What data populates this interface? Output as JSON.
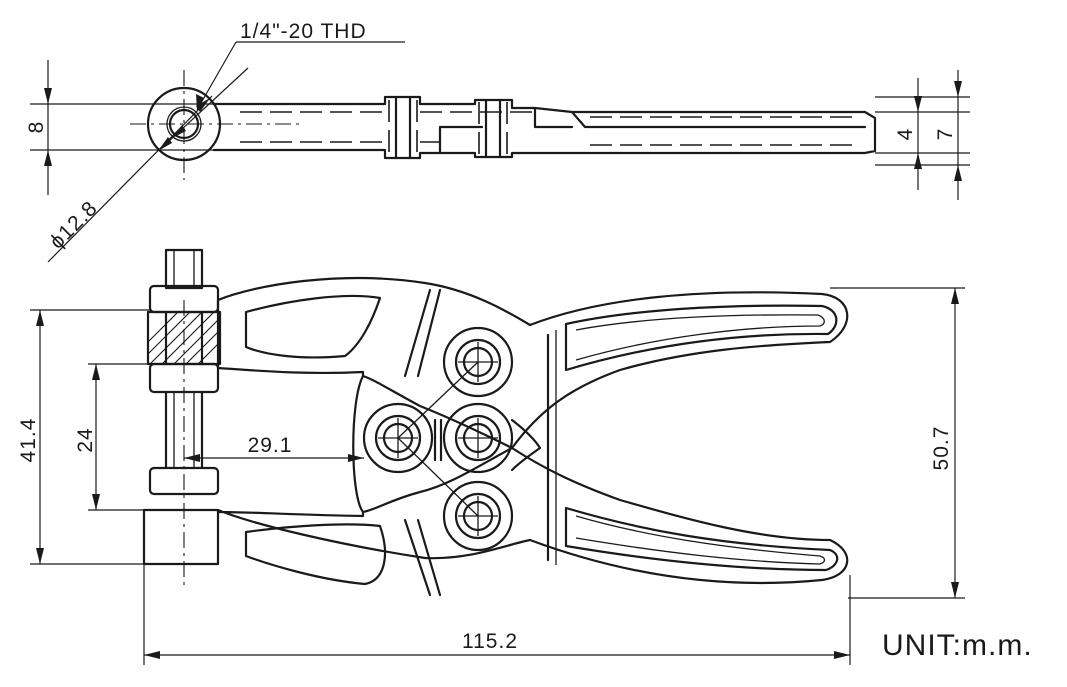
{
  "dimensions": {
    "thread": "1/4\"-20 THD",
    "diameter": "ϕ12.8",
    "side_height": "8",
    "inner_jaw": "4",
    "outer_jaw": "7",
    "overall_height": "41.4",
    "bolt_offset": "24",
    "pivot_offset": "29.1",
    "open_span": "50.7",
    "overall_length": "115.2"
  },
  "unit_label": "UNIT:m.m."
}
